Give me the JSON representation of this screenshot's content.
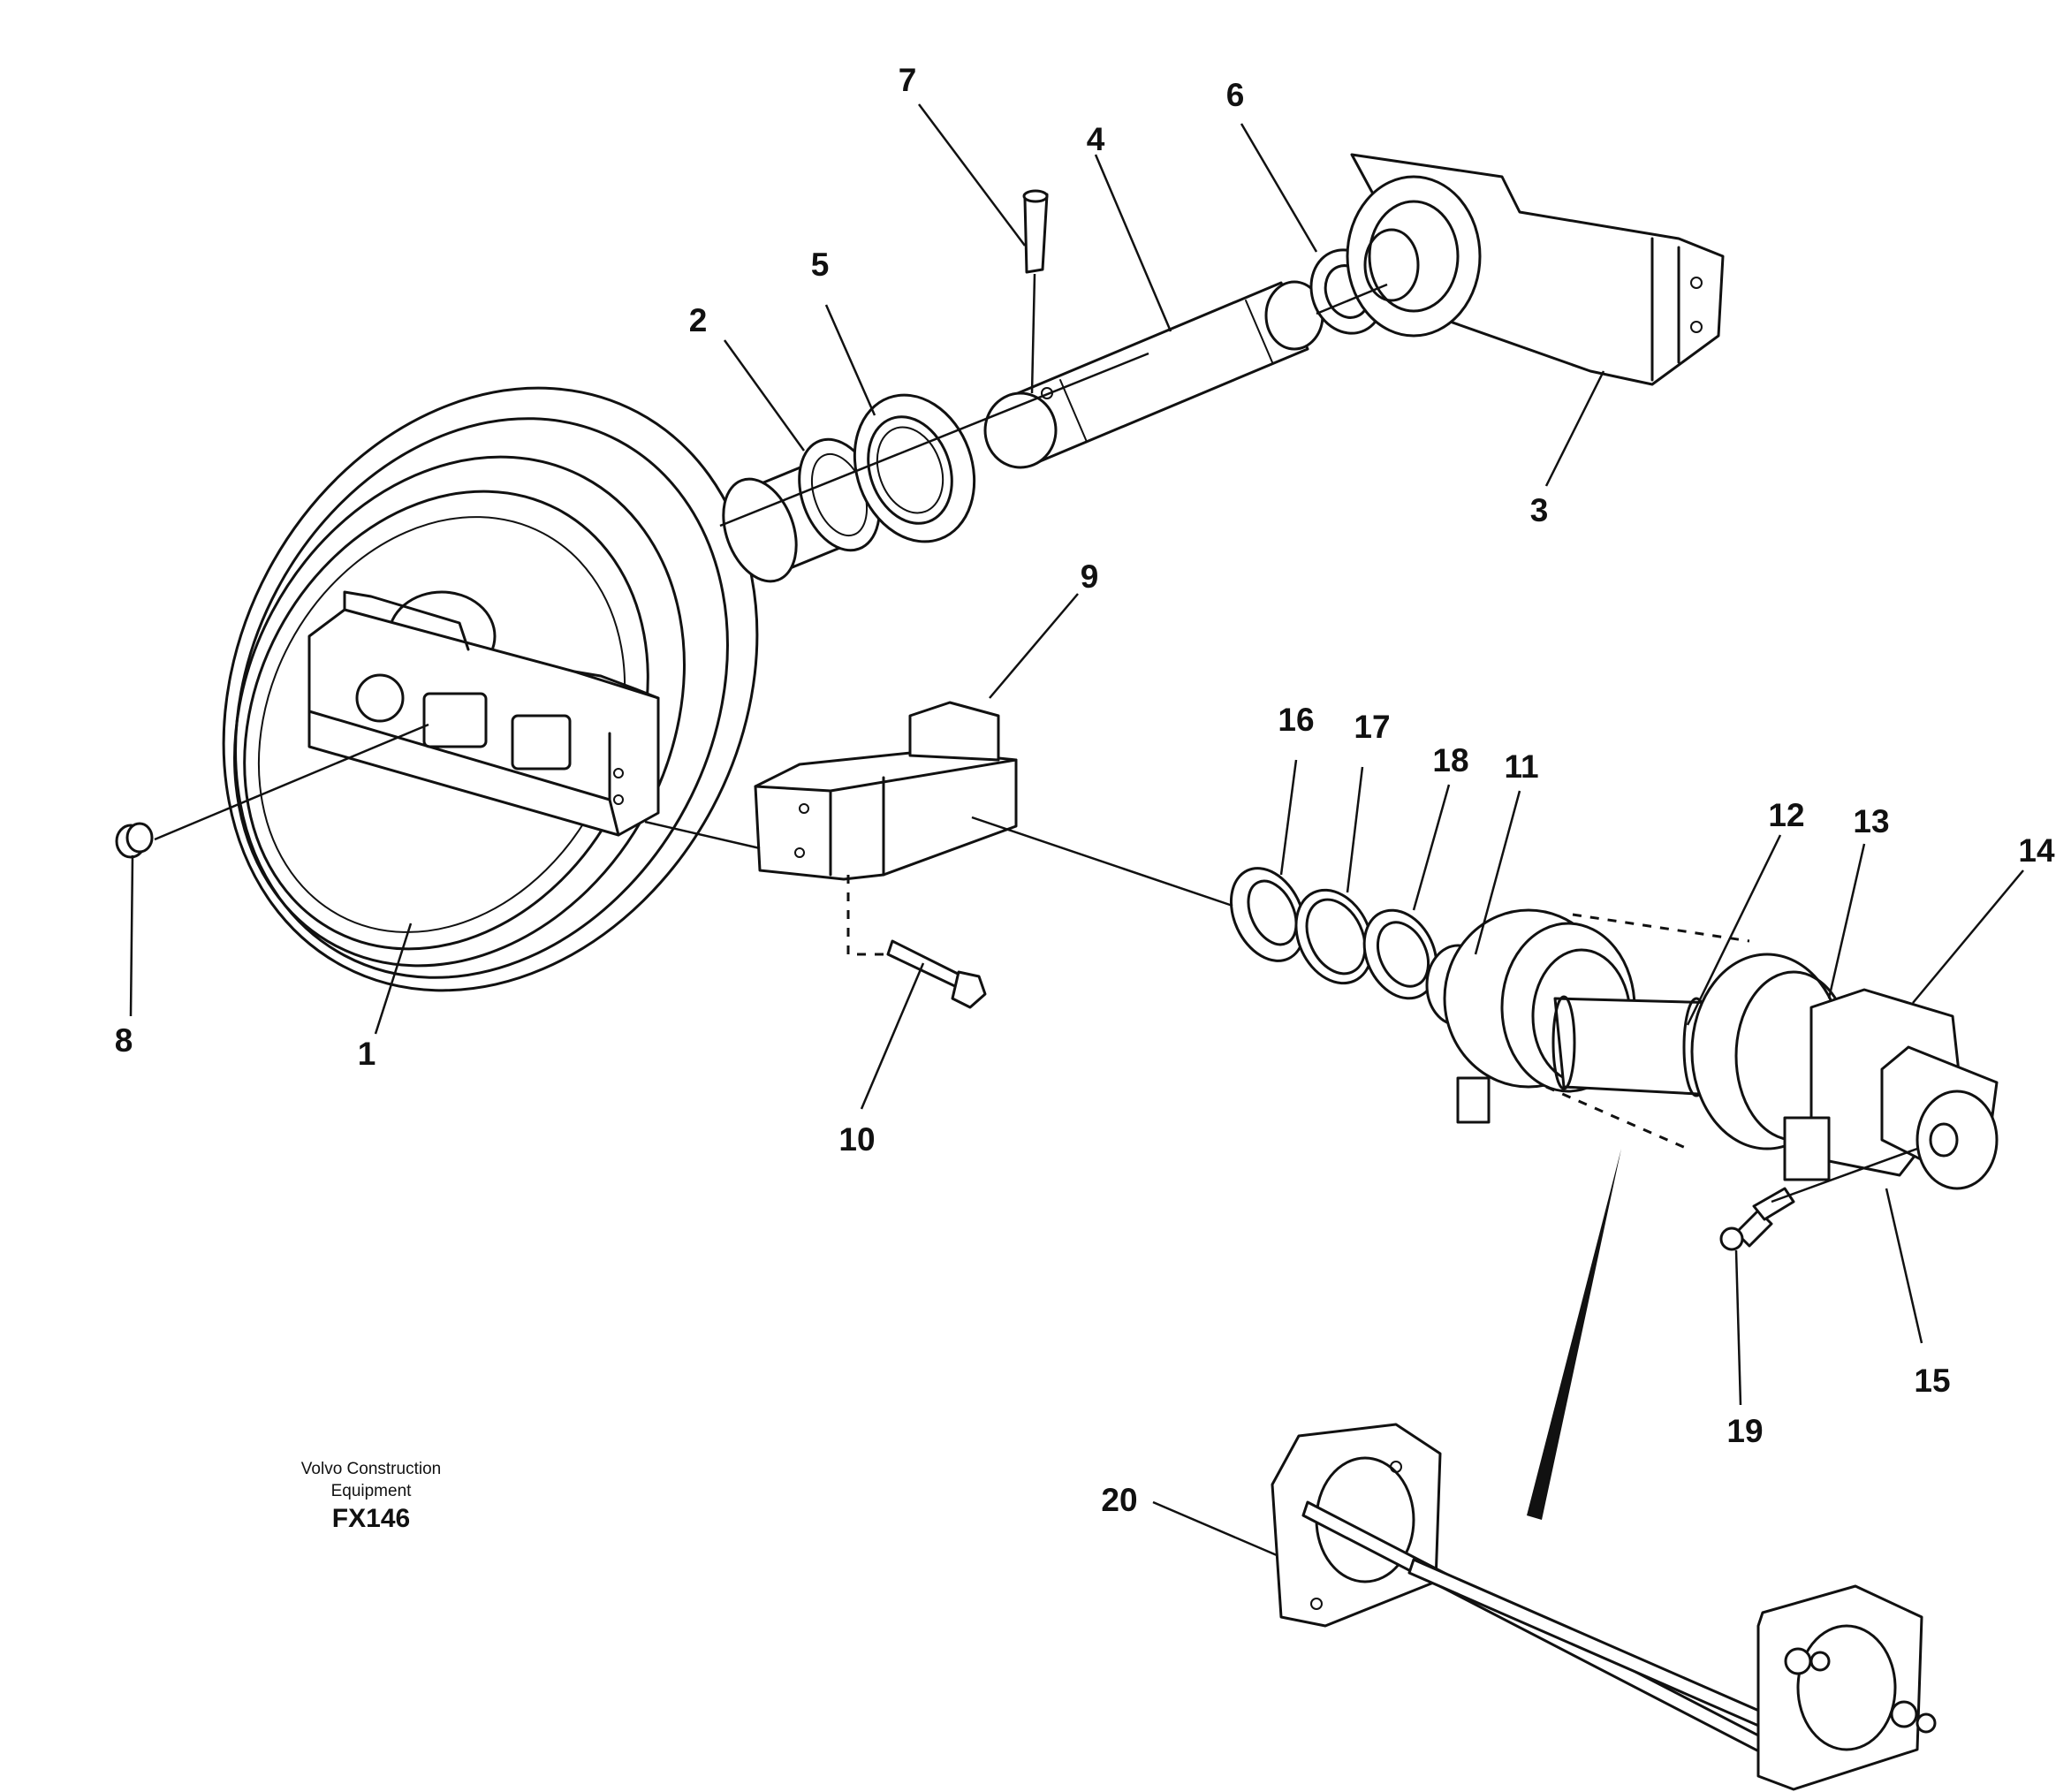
{
  "diagram": {
    "labels": [
      "1",
      "2",
      "3",
      "4",
      "5",
      "6",
      "7",
      "8",
      "9",
      "10",
      "11",
      "12",
      "13",
      "14",
      "15",
      "16",
      "17",
      "18",
      "19",
      "20"
    ],
    "credit_line1": "Volvo Construction",
    "credit_line2": "Equipment",
    "figure_code": "FX146"
  }
}
